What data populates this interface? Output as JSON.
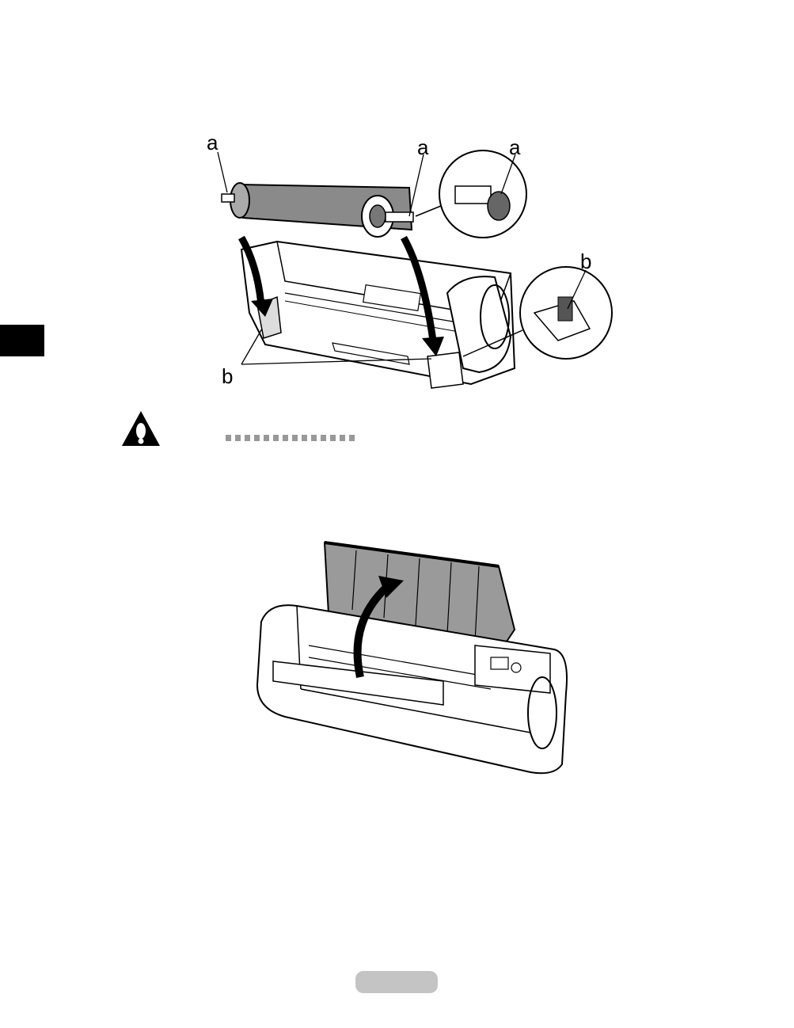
{
  "figure1": {
    "callouts": {
      "a_left": "a",
      "a_mid": "a",
      "a_right": "a",
      "b_right": "b",
      "b_bottom": "b"
    }
  },
  "warning": {
    "icon": "warning-triangle-icon"
  },
  "colors": {
    "tab": "#000000",
    "page_pill": "#c4c4c4",
    "dots": "#999999",
    "roll": "#8a8a8a"
  }
}
